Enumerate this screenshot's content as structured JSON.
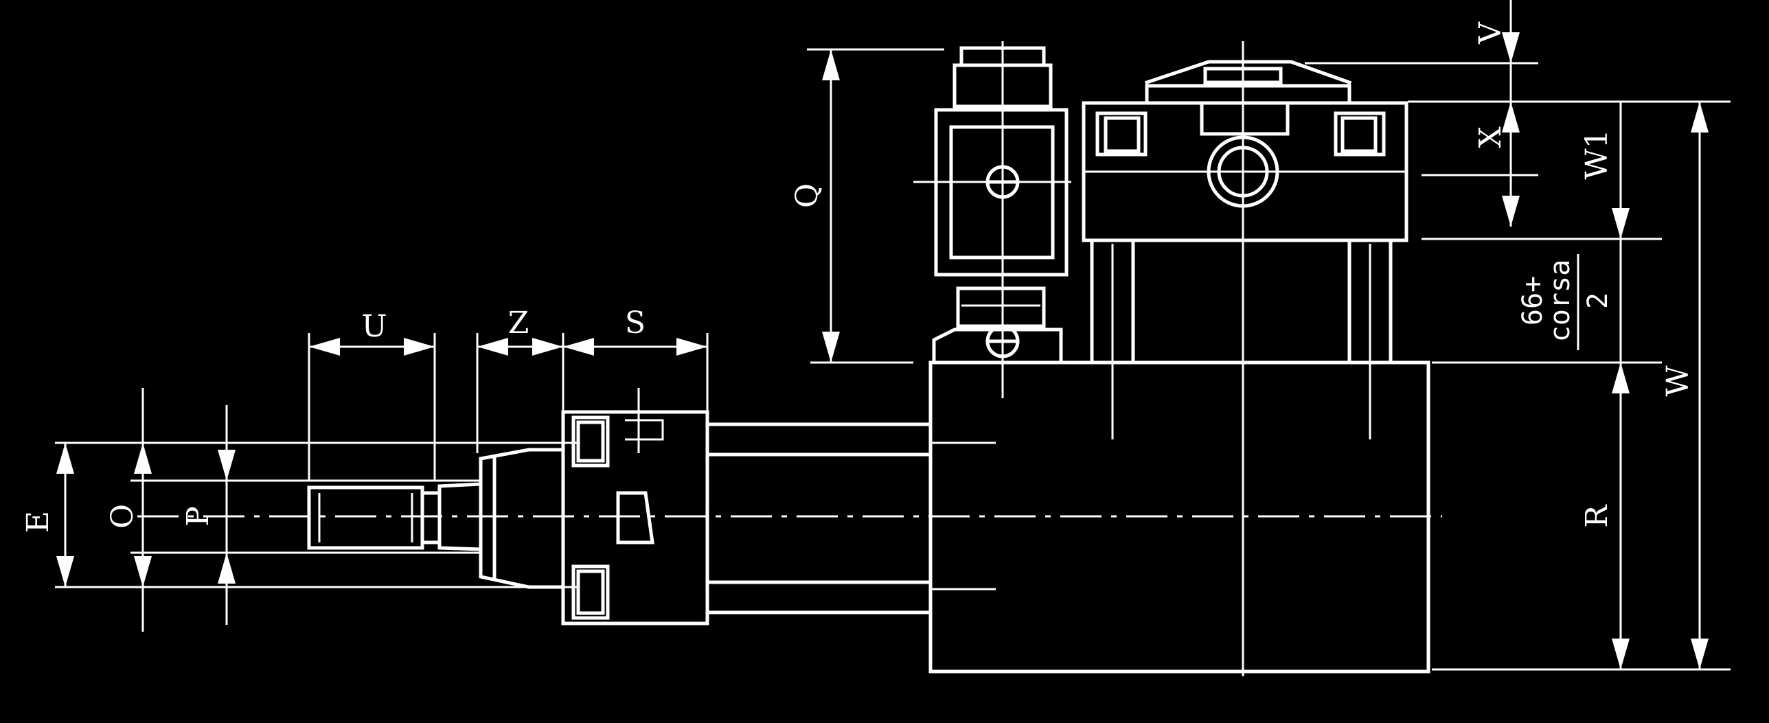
{
  "colors": {
    "background": "#000000",
    "ink": "#ffffff"
  },
  "dimension_labels": {
    "E": "E",
    "O": "O",
    "P": "P",
    "U": "U",
    "Z": "Z",
    "S": "S",
    "Q": "Q",
    "V": "V",
    "X": "X",
    "W1": "W1",
    "W": "W",
    "R": "R",
    "stroke_line1": "66+",
    "stroke_line2": "corsa",
    "stroke_line3": "2"
  }
}
